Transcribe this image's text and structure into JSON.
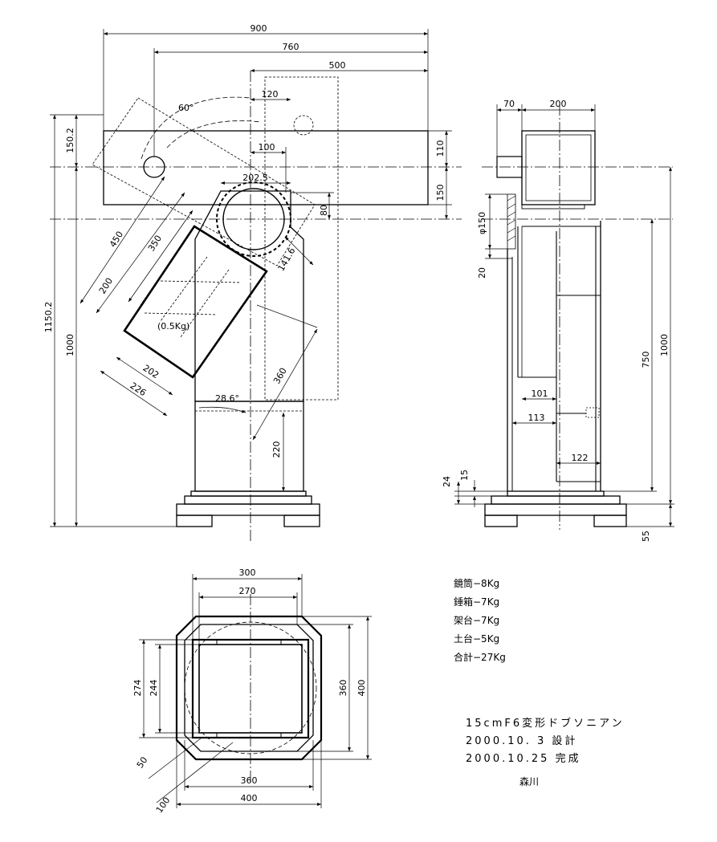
{
  "front_view": {
    "dims": {
      "w900": "900",
      "w760": "760",
      "w500": "500",
      "w120": "120",
      "w100": "100",
      "w202_5": "202.5",
      "h150_2": "150.2",
      "h110": "110",
      "h150": "150",
      "h80": "80",
      "h1150_2": "1150.2",
      "h1000": "1000",
      "tube450": "450",
      "tube350": "350",
      "tube200": "200",
      "box202": "202",
      "box226": "226",
      "box141_6": "141.6",
      "d360": "360",
      "h220": "220"
    },
    "angle_60": "60°",
    "angle_28_6": "28.6°",
    "weight_note": "(0.5Kg)"
  },
  "side_view": {
    "dims": {
      "w70": "70",
      "w200": "200",
      "phi150": "φ150",
      "h20": "20",
      "h750": "750",
      "h1000": "1000",
      "w101": "101",
      "w113": "113",
      "w122": "122",
      "h24": "24",
      "h15": "15",
      "h55": "55"
    }
  },
  "plan_view": {
    "dims": {
      "w300": "300",
      "w270": "270",
      "h274": "274",
      "h244": "244",
      "h360": "360",
      "h400": "400",
      "w360": "360",
      "w400": "400",
      "d50": "50",
      "d100": "100"
    }
  },
  "weights": [
    "鏡筒−8Kg",
    "錘箱−7Kg",
    "架台−7Kg",
    "土台−5Kg",
    "合計−27Kg"
  ],
  "title_block": {
    "title": "15cmF6変形ドブソニアン",
    "design_date": "2000.10. 3 設計",
    "complete_date": "2000.10.25 完成",
    "author": "森川"
  }
}
